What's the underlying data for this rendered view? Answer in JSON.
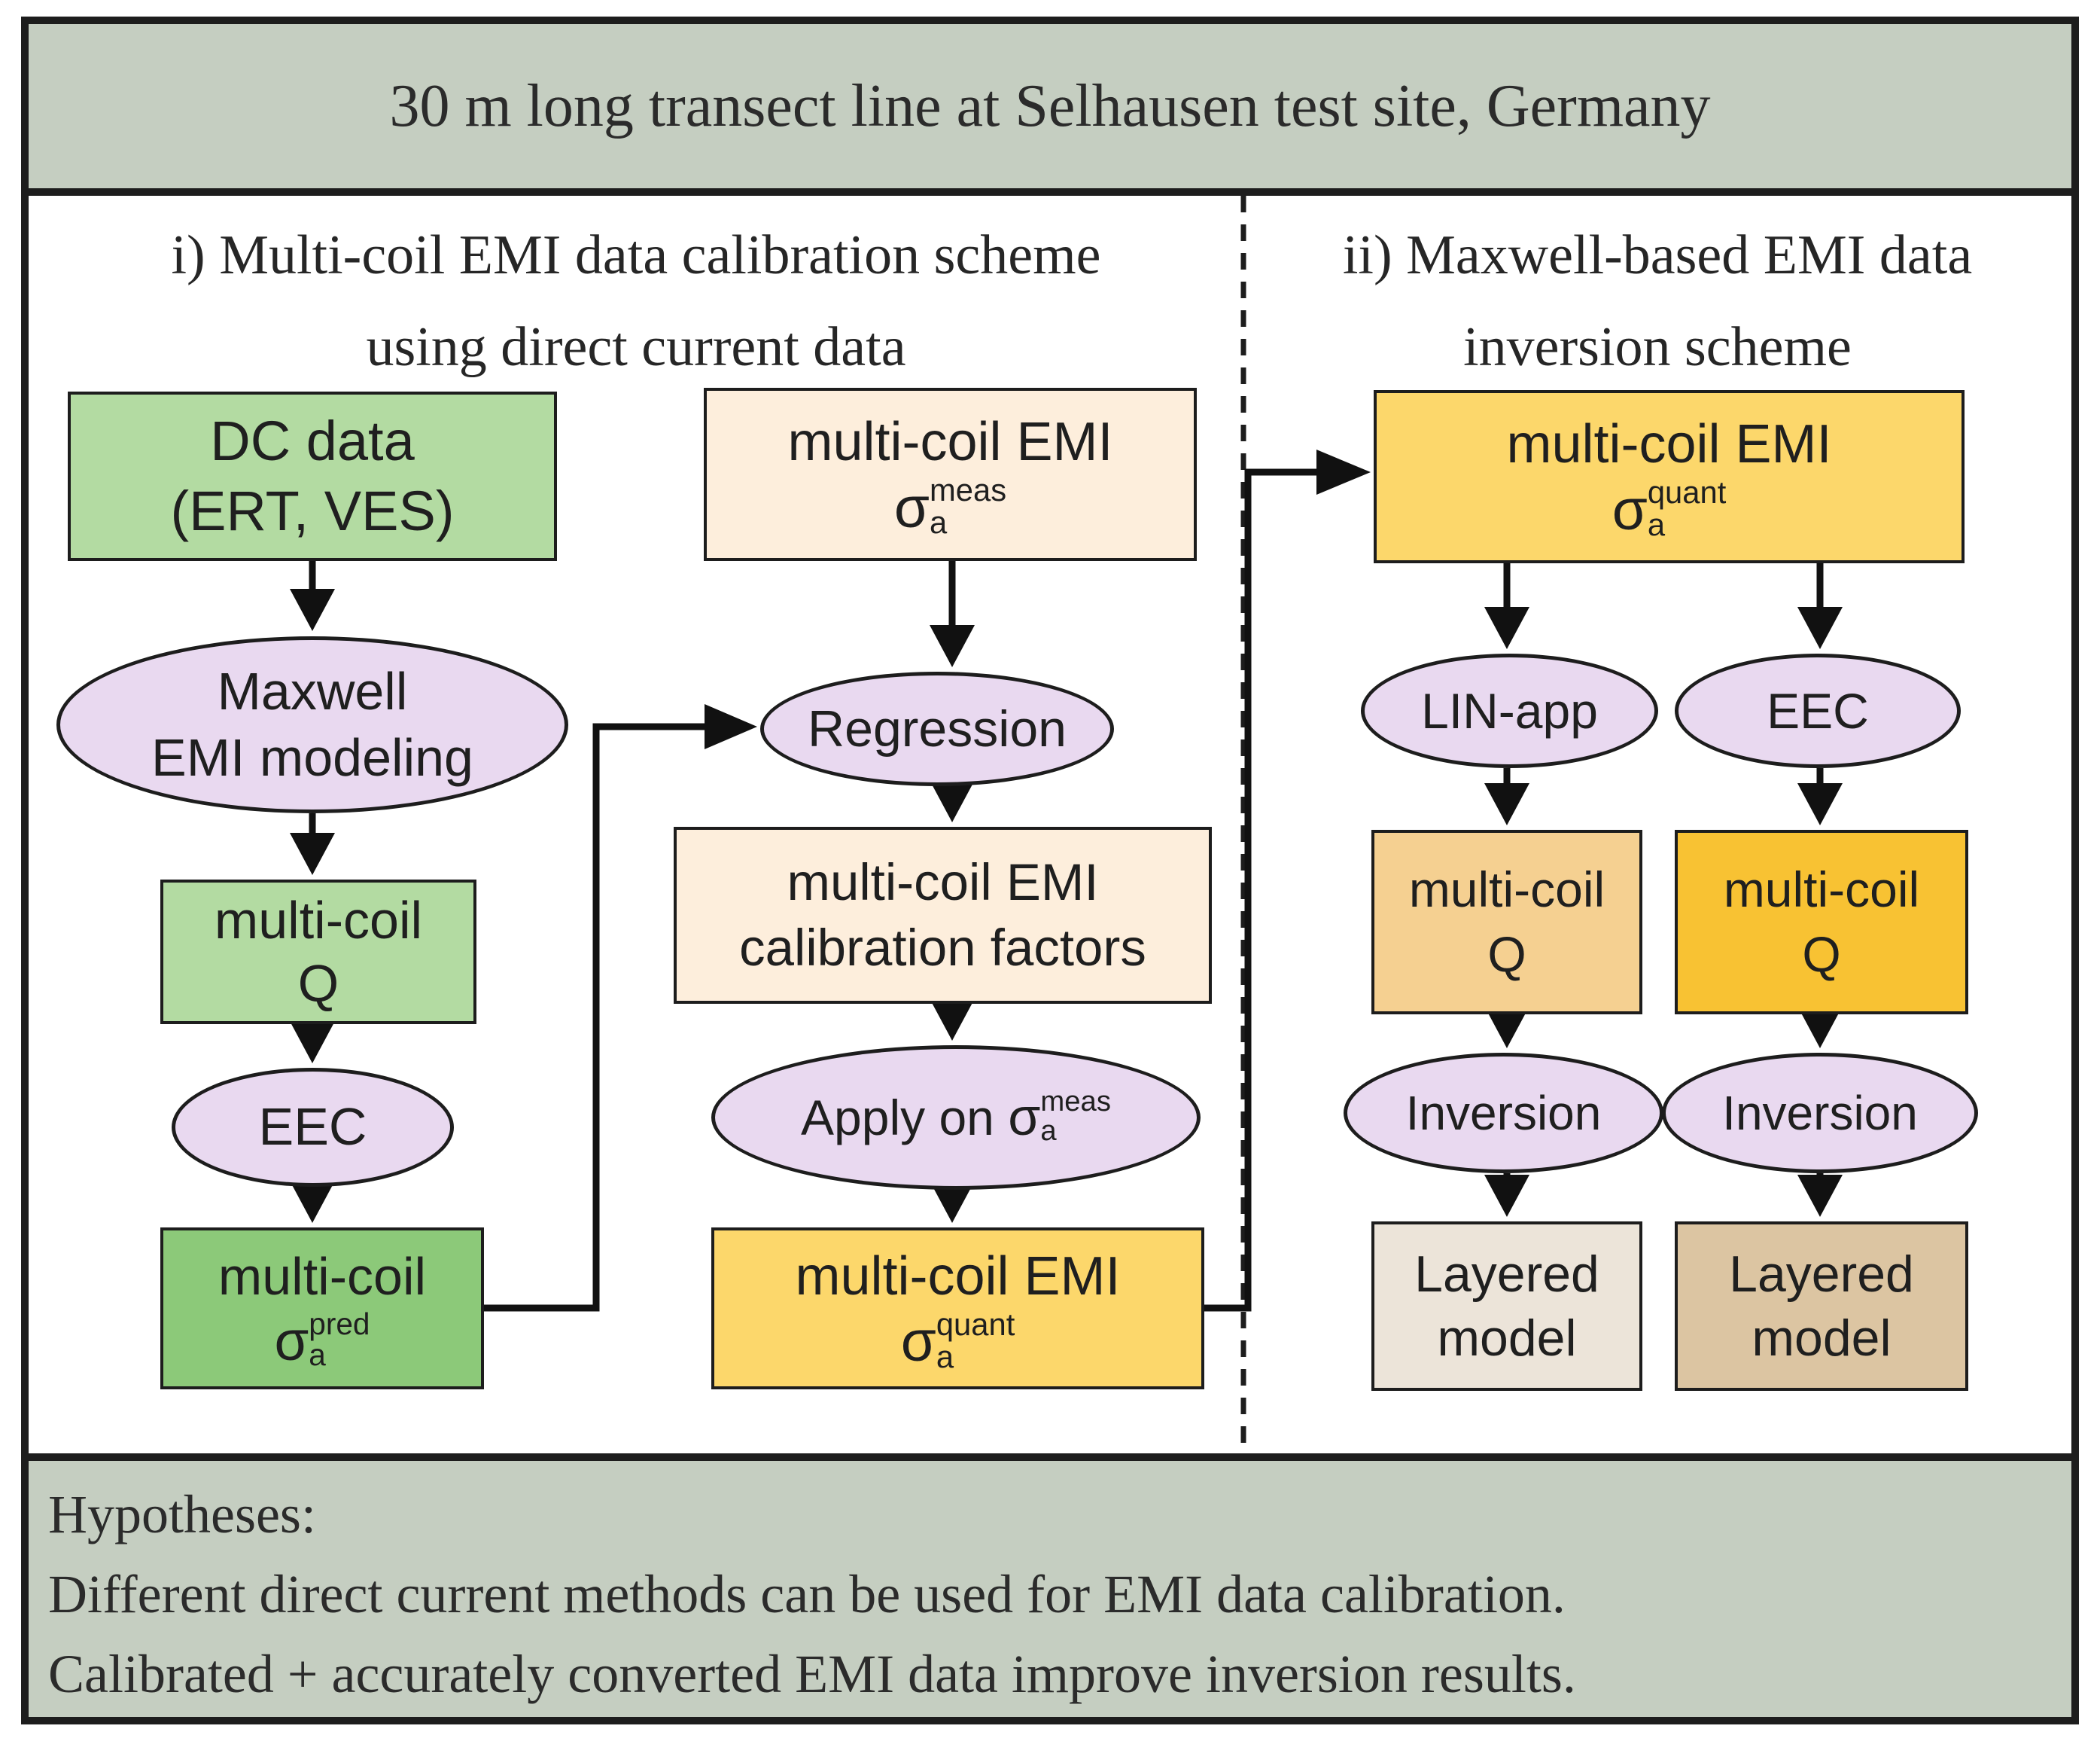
{
  "header": {
    "title": "30 m long transect line at Selhausen test site, Germany"
  },
  "sections": {
    "left": {
      "title_line1": "i) Multi-coil EMI data calibration scheme",
      "title_line2": "using direct current data"
    },
    "right": {
      "title_line1": "ii) Maxwell-based EMI data",
      "title_line2": "inversion scheme"
    }
  },
  "nodes": {
    "dc_data": {
      "line1": "DC data",
      "line2": "(ERT, VES)"
    },
    "maxwell": {
      "line1": "Maxwell",
      "line2": "EMI modeling"
    },
    "multicoil_q_left": {
      "line1": "multi-coil",
      "line2": "Q"
    },
    "eec_left": {
      "label": "EEC"
    },
    "sigma_pred": {
      "line1": "multi-coil",
      "sigma": "σ",
      "sub": "a",
      "sup": "pred"
    },
    "sigma_meas": {
      "line1": "multi-coil EMI",
      "sigma": "σ",
      "sub": "a",
      "sup": "meas"
    },
    "regression": {
      "label": "Regression"
    },
    "cal_factors": {
      "line1": "multi-coil EMI",
      "line2": "calibration factors"
    },
    "apply_on": {
      "prefix": "Apply on ",
      "sigma": "σ",
      "sub": "a",
      "sup": "meas"
    },
    "sigma_quant_mid": {
      "line1": "multi-coil EMI",
      "sigma": "σ",
      "sub": "a",
      "sup": "quant"
    },
    "sigma_quant_right": {
      "line1": "multi-coil EMI",
      "sigma": "σ",
      "sub": "a",
      "sup": "quant"
    },
    "lin_app": {
      "label": "LIN-app"
    },
    "eec_right": {
      "label": "EEC"
    },
    "multicoil_q_lin": {
      "line1": "multi-coil",
      "line2": "Q"
    },
    "multicoil_q_eec": {
      "line1": "multi-coil",
      "line2": "Q"
    },
    "inversion_lin": {
      "label": "Inversion"
    },
    "inversion_eec": {
      "label": "Inversion"
    },
    "layered_lin": {
      "line1": "Layered",
      "line2": "model"
    },
    "layered_eec": {
      "line1": "Layered",
      "line2": "model"
    }
  },
  "footer": {
    "line1": "Hypotheses:",
    "line2": "Different direct current methods can be used for EMI data calibration.",
    "line3": "Calibrated + accurately converted EMI data improve inversion results."
  },
  "colors": {
    "band_bg": "#c5cec1",
    "border": "#1d1d1d",
    "green_light": "#b3dba2",
    "green_dark": "#8cc979",
    "cream": "#fdeedc",
    "yellow": "#fcd76b",
    "orange_light": "#f5d091",
    "amber": "#f8c233",
    "beige_light": "#ece4d9",
    "tan": "#dcc5a2",
    "lavender": "#e9d9f0"
  }
}
